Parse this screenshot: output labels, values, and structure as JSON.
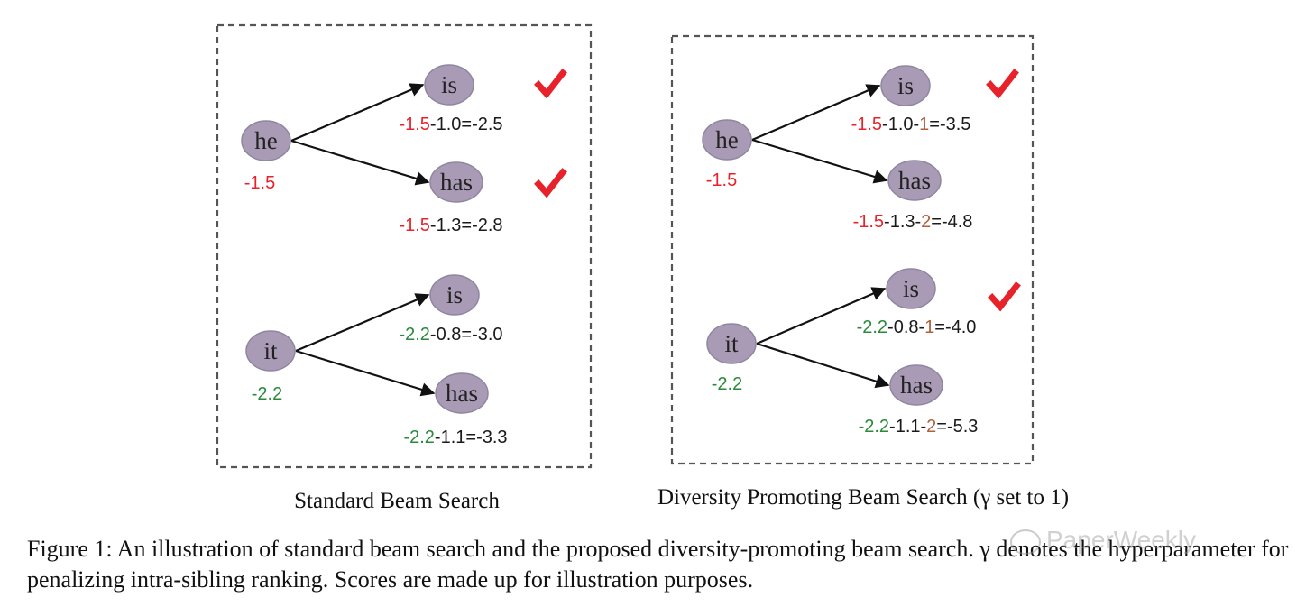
{
  "panels": [
    {
      "caption": "Standard Beam Search",
      "groups": [
        {
          "parent": {
            "label": "he",
            "score": "-1.5",
            "color": "red"
          },
          "children": [
            {
              "label": "is",
              "score_parts": [
                {
                  "t": "-1.5",
                  "c": "red"
                },
                {
                  "t": "-1.0=-2.5",
                  "c": "dark"
                }
              ],
              "checked": true
            },
            {
              "label": "has",
              "score_parts": [
                {
                  "t": "-1.5",
                  "c": "red"
                },
                {
                  "t": "-1.3=-2.8",
                  "c": "dark"
                }
              ],
              "checked": true
            }
          ]
        },
        {
          "parent": {
            "label": "it",
            "score": "-2.2",
            "color": "green"
          },
          "children": [
            {
              "label": "is",
              "score_parts": [
                {
                  "t": "-2.2",
                  "c": "green"
                },
                {
                  "t": "-0.8=-3.0",
                  "c": "dark"
                }
              ],
              "checked": false
            },
            {
              "label": "has",
              "score_parts": [
                {
                  "t": "-2.2",
                  "c": "green"
                },
                {
                  "t": "-1.1=-3.3",
                  "c": "dark"
                }
              ],
              "checked": false
            }
          ]
        }
      ]
    },
    {
      "caption": "Diversity Promoting Beam Search (γ set to 1)",
      "groups": [
        {
          "parent": {
            "label": "he",
            "score": "-1.5",
            "color": "red"
          },
          "children": [
            {
              "label": "is",
              "score_parts": [
                {
                  "t": "-1.5",
                  "c": "red"
                },
                {
                  "t": "-1.0-",
                  "c": "dark"
                },
                {
                  "t": "1",
                  "c": "brown"
                },
                {
                  "t": "=-3.5",
                  "c": "dark"
                }
              ],
              "checked": true
            },
            {
              "label": "has",
              "score_parts": [
                {
                  "t": "-1.5",
                  "c": "red"
                },
                {
                  "t": "-1.3-",
                  "c": "dark"
                },
                {
                  "t": "2",
                  "c": "brown"
                },
                {
                  "t": "=-4.8",
                  "c": "dark"
                }
              ],
              "checked": false
            }
          ]
        },
        {
          "parent": {
            "label": "it",
            "score": "-2.2",
            "color": "green"
          },
          "children": [
            {
              "label": "is",
              "score_parts": [
                {
                  "t": "-2.2",
                  "c": "green"
                },
                {
                  "t": "-0.8-",
                  "c": "dark"
                },
                {
                  "t": "1",
                  "c": "brown"
                },
                {
                  "t": "=-4.0",
                  "c": "dark"
                }
              ],
              "checked": true
            },
            {
              "label": "has",
              "score_parts": [
                {
                  "t": "-2.2",
                  "c": "green"
                },
                {
                  "t": "-1.1-",
                  "c": "dark"
                },
                {
                  "t": "2",
                  "c": "brown"
                },
                {
                  "t": "=-5.3",
                  "c": "dark"
                }
              ],
              "checked": false
            }
          ]
        }
      ]
    }
  ],
  "caption": "Figure 1: An illustration of standard beam search and the proposed diversity-promoting beam search. γ denotes the hyperparameter for penalizing intra-sibling ranking. Scores are made up for illustration purposes.",
  "watermark": "PaperWeekly",
  "colors": {
    "red": "#e8222b",
    "green": "#2a8a3a",
    "brown": "#b0603a",
    "dark": "#1a1a1a",
    "node": "#a99bb5"
  }
}
